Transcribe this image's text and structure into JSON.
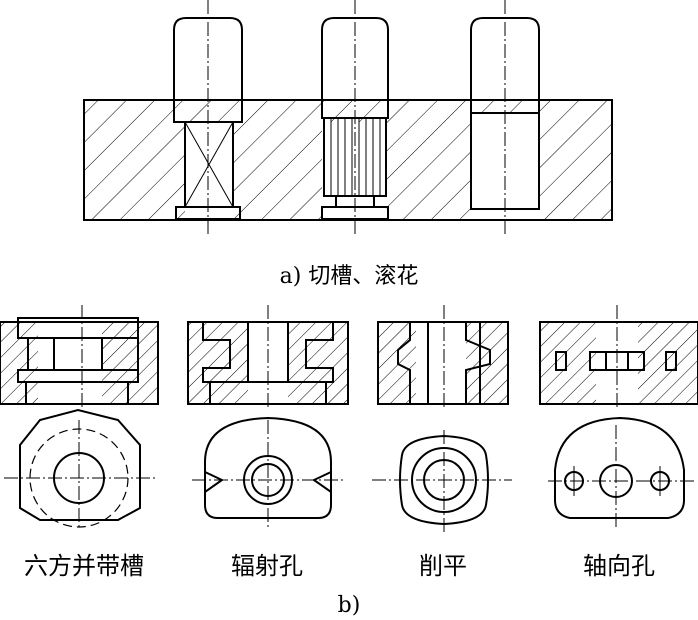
{
  "figure_a": {
    "caption": "a) 切槽、滚花"
  },
  "figure_b": {
    "items": [
      {
        "label": "六方并带槽"
      },
      {
        "label": "辐射孔"
      },
      {
        "label": "削平"
      },
      {
        "label": "轴向孔"
      }
    ],
    "caption": "b)"
  }
}
